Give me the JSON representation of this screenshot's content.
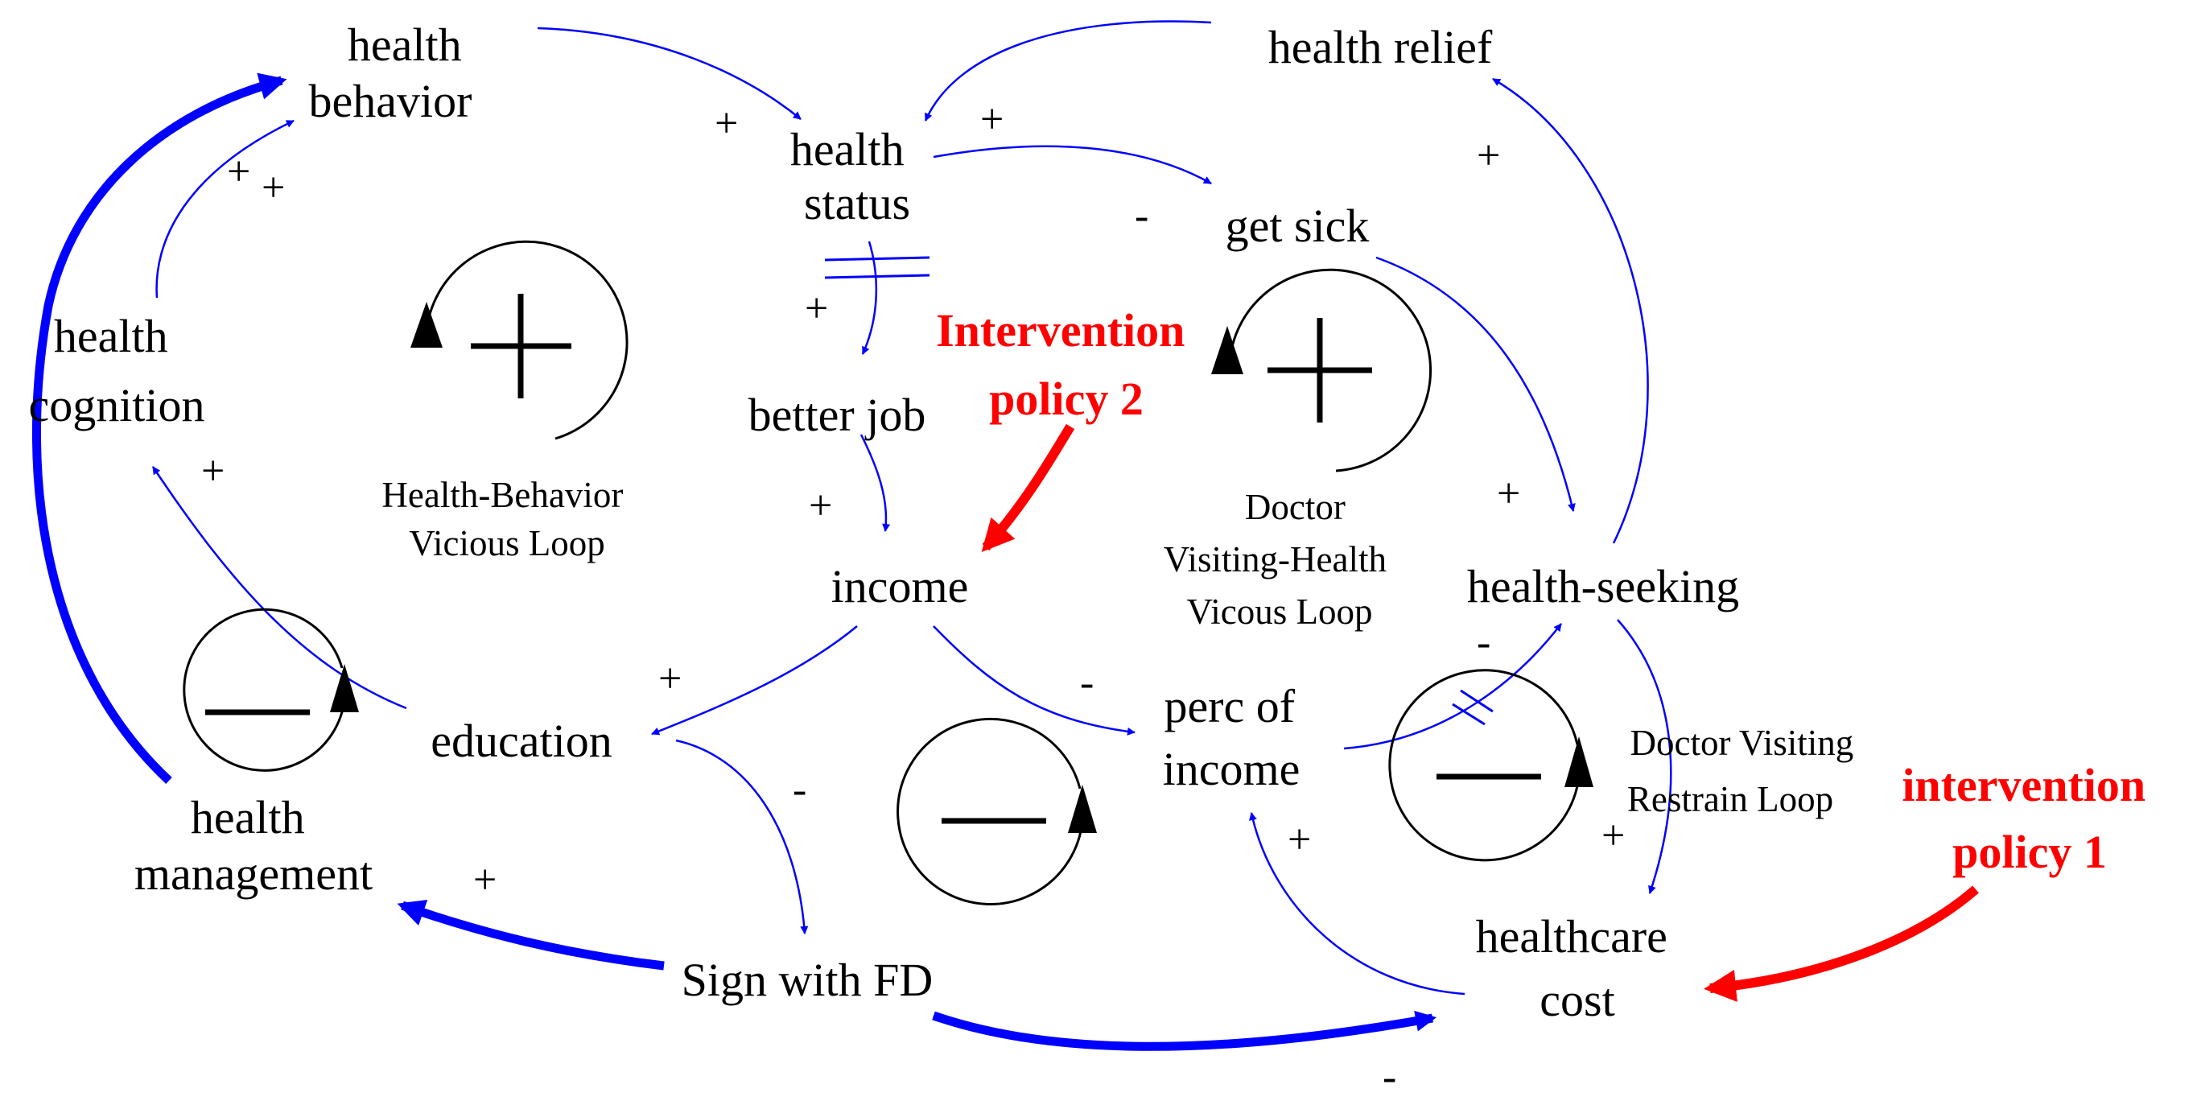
{
  "nodes": {
    "health_behavior": [
      "health",
      "behavior"
    ],
    "health_status": [
      "health",
      "status"
    ],
    "health_relief": "health relief",
    "get_sick": "get sick",
    "health_cognition": [
      "health",
      "cognition"
    ],
    "better_job": "better job",
    "income": "income",
    "health_seeking": "health-seeking",
    "education": "education",
    "perc_of_income": [
      "perc of",
      "income"
    ],
    "health_management": [
      "health",
      "management"
    ],
    "sign_with_fd": "Sign with FD",
    "healthcare_cost": [
      "healthcare",
      "cost"
    ]
  },
  "loops": {
    "health_behavior_vicious": {
      "name": [
        "Health-Behavior",
        "Vicious Loop"
      ],
      "polarity": "+"
    },
    "doctor_visiting_health_vicious": {
      "name": [
        "Doctor",
        "Visiting-Health",
        "Vicous Loop"
      ],
      "polarity": "+"
    },
    "doctor_visiting_restrain": {
      "name": [
        "Doctor Visiting",
        "Restrain Loop"
      ],
      "polarity": "-"
    },
    "education_loop": {
      "polarity": "-"
    },
    "income_loop": {
      "polarity": "-"
    }
  },
  "interventions": {
    "policy2": [
      "Intervention",
      "policy 2"
    ],
    "policy1": [
      "intervention",
      "policy 1"
    ]
  },
  "signs": {
    "hb_to_hs": "+",
    "hr_to_hs": "+",
    "hs_to_gs": "-",
    "hs_to_bj": "+",
    "hc_to_hb_a": "+",
    "hc_to_hb_b": "+",
    "ed_to_hc": "+",
    "bj_to_in": "+",
    "in_to_ed": "+",
    "in_to_pi": "-",
    "ed_to_fd": "-",
    "fd_to_hm": "+",
    "hsk_to_hr": "+",
    "gs_to_hsk": "+",
    "pi_to_hsk": "-",
    "hsk_to_cost": "+",
    "cost_to_pi": "+",
    "fd_to_cost": "-"
  },
  "colors": {
    "link": "#0000ff",
    "intervention": "#ff0000",
    "text": "#000000"
  }
}
